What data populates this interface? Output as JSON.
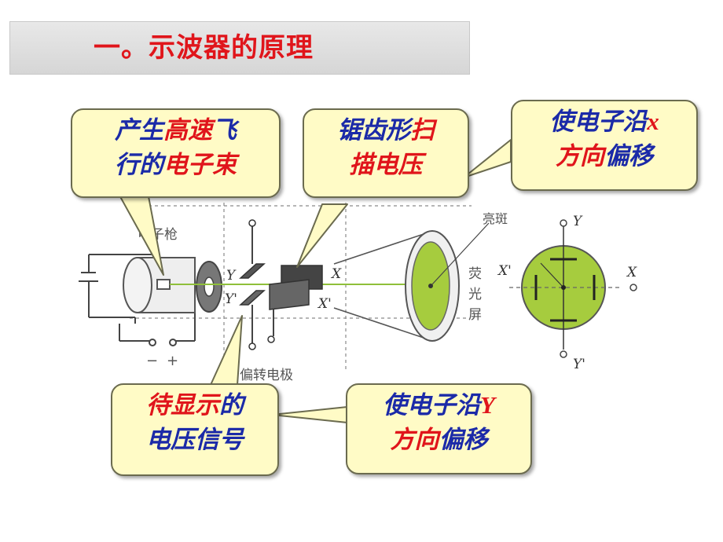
{
  "slide": {
    "title": "一。示波器的原理"
  },
  "callouts": {
    "electron_beam": {
      "part1": "产生",
      "part2": "高速",
      "part3": "飞",
      "part4": "行的",
      "part5": "电子束"
    },
    "sawtooth": {
      "part1": "锯齿形",
      "part2": "扫",
      "part3": "描电压"
    },
    "x_deflection": {
      "part1": "使电子沿",
      "part2": "x",
      "part3": "方向",
      "part4": "偏移"
    },
    "signal": {
      "part1": "待显示",
      "part2": "的",
      "part3": "电压信号"
    },
    "y_deflection": {
      "part1": "使电子沿",
      "part2": "Y",
      "part3": "方向",
      "part4": "偏移"
    }
  },
  "diagram": {
    "electron_gun": "电子枪",
    "deflection_plates": "偏转电极",
    "screen_char1": "荧",
    "screen_char2": "光",
    "screen_char3": "屏",
    "bright_spot": "亮斑",
    "terminal_minus": "−",
    "terminal_plus": "+",
    "plate_y_upper": "Y",
    "plate_y_lower": "Y'",
    "plate_x_upper": "X",
    "plate_x_lower": "X'",
    "screen_y_top": "Y",
    "screen_y_bottom": "Y'",
    "screen_x_left": "X'",
    "screen_x_right": "X"
  },
  "colors": {
    "title": "#e0151b",
    "blue_text": "#1b2aa8",
    "callout_bg": "#fffbc6",
    "screen_fill": "#a6cc3e"
  }
}
